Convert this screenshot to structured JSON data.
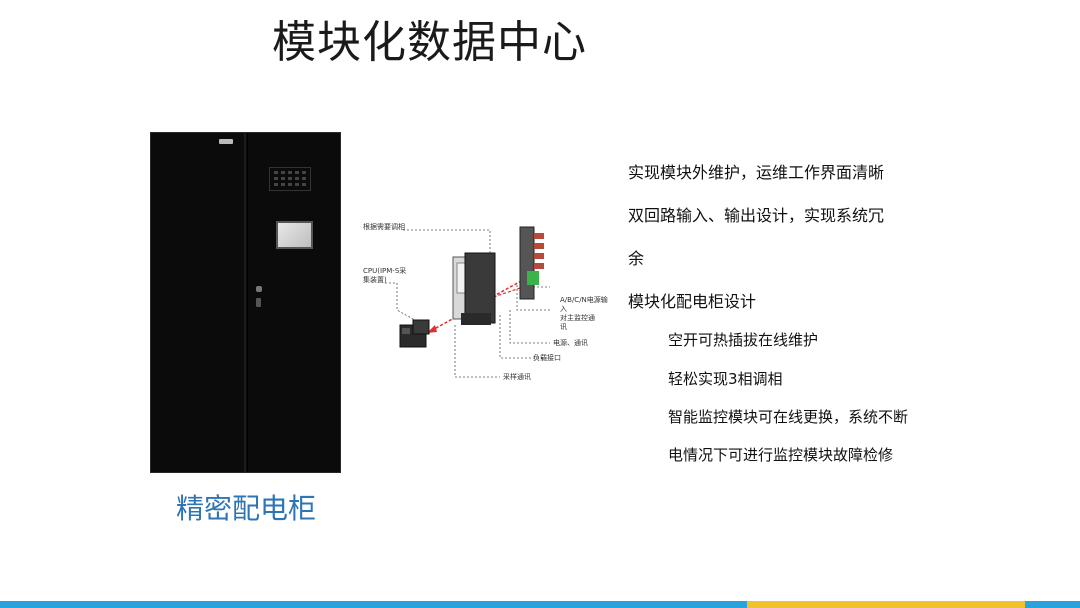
{
  "slide": {
    "title": "模块化数据中心",
    "caption": "精密配电柜",
    "accent_color": "#2e75b6",
    "bar_color": "#29a3dd",
    "bar_accent_color": "#f2c12e"
  },
  "diagram": {
    "labels": {
      "adjust_phase": "根据需要调相",
      "cpu_line1": "CPU(IPM-S采",
      "cpu_line2": "集装置)",
      "abcn_line1": "A/B/C/N电源输",
      "abcn_line2": "入",
      "monitor_line1": "对主监控通",
      "monitor_line2": "讯",
      "power_comm": "电源、通讯",
      "load_port": "负载接口",
      "sample_comm": "采样通讯"
    }
  },
  "bullets": {
    "items": [
      "实现模块外维护，运维工作界面清晰",
      "双回路输入、输出设计，实现系统冗",
      "余",
      "模块化配电柜设计"
    ],
    "sub_items": [
      "空开可热插拔在线维护",
      "轻松实现3相调相",
      "智能监控模块可在线更换，系统不断",
      "电情况下可进行监控模块故障检修"
    ]
  }
}
